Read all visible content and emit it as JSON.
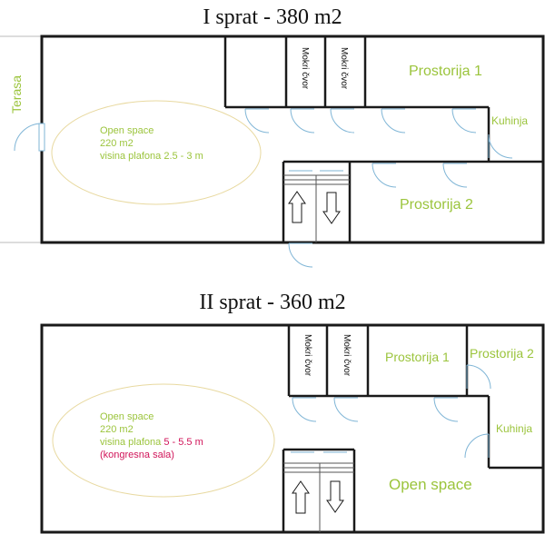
{
  "floor1": {
    "title": "I sprat - 380 m2",
    "terrace": "Terasa",
    "open_space": {
      "line1": "Open space",
      "line2": "220 m2",
      "line3": "visina plafona 2.5 - 3 m"
    },
    "wc1": "Mokri čvor",
    "wc2": "Mokri čvor",
    "room1": "Prostorija 1",
    "room2": "Prostorija 2",
    "kitchen": "Kuhinja"
  },
  "floor2": {
    "title": "II sprat - 360 m2",
    "open_space": {
      "line1": "Open space",
      "line2": "220 m2",
      "line3_prefix": "visina plafona ",
      "line3_value": "5 - 5.5 m",
      "line4": "(kongresna sala)"
    },
    "wc1": "Mokri čvor",
    "wc2": "Mokri čvor",
    "room1": "Prostorija 1",
    "room2": "Prostorija 2",
    "kitchen": "Kuhinja",
    "open_space_right": "Open space"
  },
  "colors": {
    "wall": "#1a1a1a",
    "label": "#9bc43c",
    "accent": "#d1155a",
    "door": "#7fb5d6",
    "ellipse": "#e8d9a0"
  }
}
